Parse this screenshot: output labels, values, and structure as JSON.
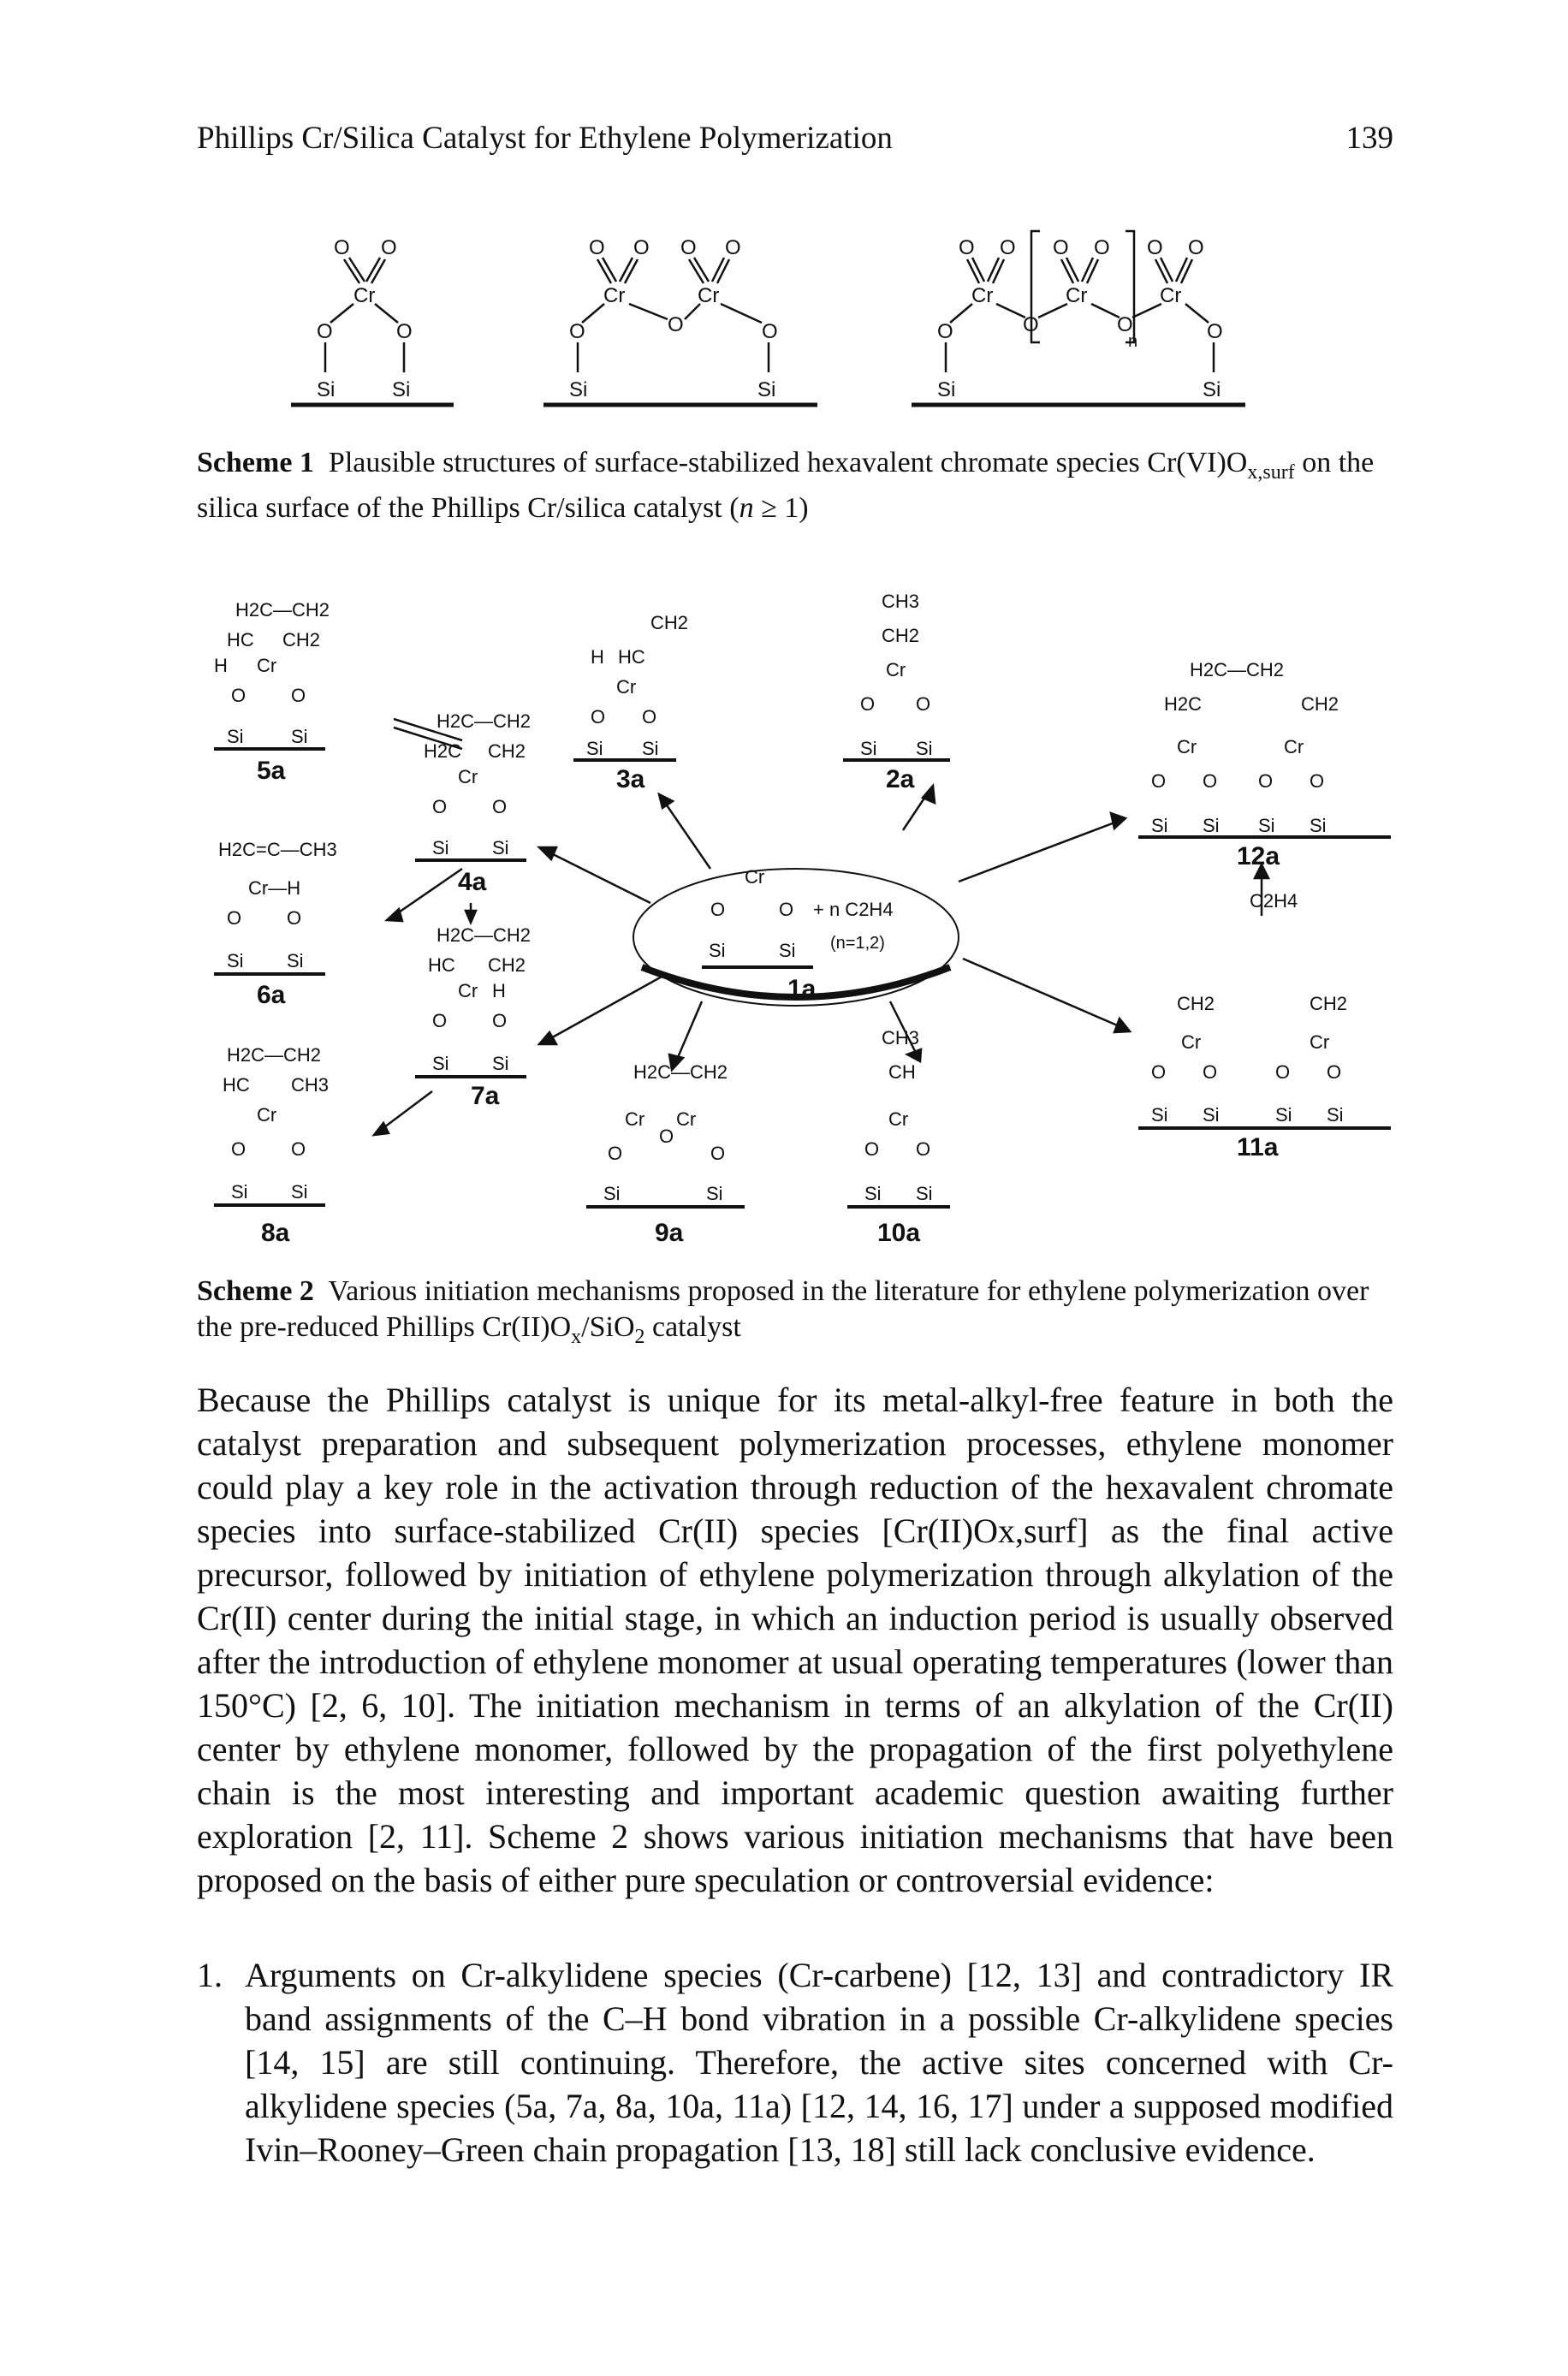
{
  "header": {
    "running_title": "Phillips Cr/Silica Catalyst for Ethylene Polymerization",
    "page_number": "139"
  },
  "scheme1": {
    "label": "Scheme 1",
    "caption_a": "Plausible structures of surface-stabilized hexavalent chromate species Cr(VI)O",
    "caption_sub": "x,surf",
    "caption_b": " on the silica surface of the Phillips Cr/silica catalyst (",
    "caption_n": "n",
    "caption_c": " ≥ 1)",
    "atoms": {
      "O": "O",
      "Cr": "Cr",
      "Si": "Si",
      "n": "n"
    }
  },
  "scheme2": {
    "label": "Scheme 2",
    "caption_a": "Various initiation mechanisms proposed in the literature for ethylene polymerization over the pre-reduced Phillips Cr(II)O",
    "caption_sub1": "x",
    "caption_b": "/SiO",
    "caption_sub2": "2",
    "caption_c": " catalyst",
    "compounds": {
      "c1a": "1a",
      "c2a": "2a",
      "c3a": "3a",
      "c4a": "4a",
      "c5a": "5a",
      "c6a": "6a",
      "c7a": "7a",
      "c8a": "8a",
      "c9a": "9a",
      "c10a": "10a",
      "c11a": "11a",
      "c12a": "12a"
    },
    "reagent": "+ n C2H4",
    "reagent_n": "(n=1,2)",
    "c2h4_label": "C2H4",
    "fragments": {
      "h2c_ch2": "H2C—CH2",
      "hc": "HC",
      "ch2": "CH2",
      "ch3": "CH3",
      "ch": "CH",
      "h": "H",
      "h2c": "H2C",
      "h2c_c_ch3": "H2C=C—CH3",
      "crh": "Cr—H"
    }
  },
  "paragraph": "Because the Phillips catalyst is unique for its metal-alkyl-free feature in both the catalyst preparation and subsequent polymerization processes, ethylene monomer could play a key role in the activation through reduction of the hexavalent chromate species into surface-stabilized Cr(II) species [Cr(II)Ox,surf] as the final active precursor, followed by initiation of ethylene polymerization through alkylation of the Cr(II) center during the initial stage, in which an induction period is usually observed after the introduction of ethylene monomer at usual operating temperatures (lower than 150°C) [2, 6, 10]. The initiation mechanism in terms of an alkylation of the Cr(II) center by ethylene monomer, followed by the propagation of the first polyethylene chain is the most interesting and important academic question awaiting further exploration [2, 11]. Scheme 2 shows various initiation mechanisms that have been proposed on the basis of either pure speculation or controversial evidence:",
  "list": [
    {
      "num": "1.",
      "text": "Arguments on Cr-alkylidene species (Cr-carbene) [12, 13] and contradictory IR band assignments of the C–H bond vibration in a possible Cr-alkylidene species [14, 15] are still continuing. Therefore, the active sites concerned with Cr-alkylidene species (5a, 7a, 8a, 10a, 11a) [12, 14, 16, 17] under a supposed modified Ivin–Rooney–Green chain propagation [13, 18] still lack conclusive evidence."
    }
  ]
}
